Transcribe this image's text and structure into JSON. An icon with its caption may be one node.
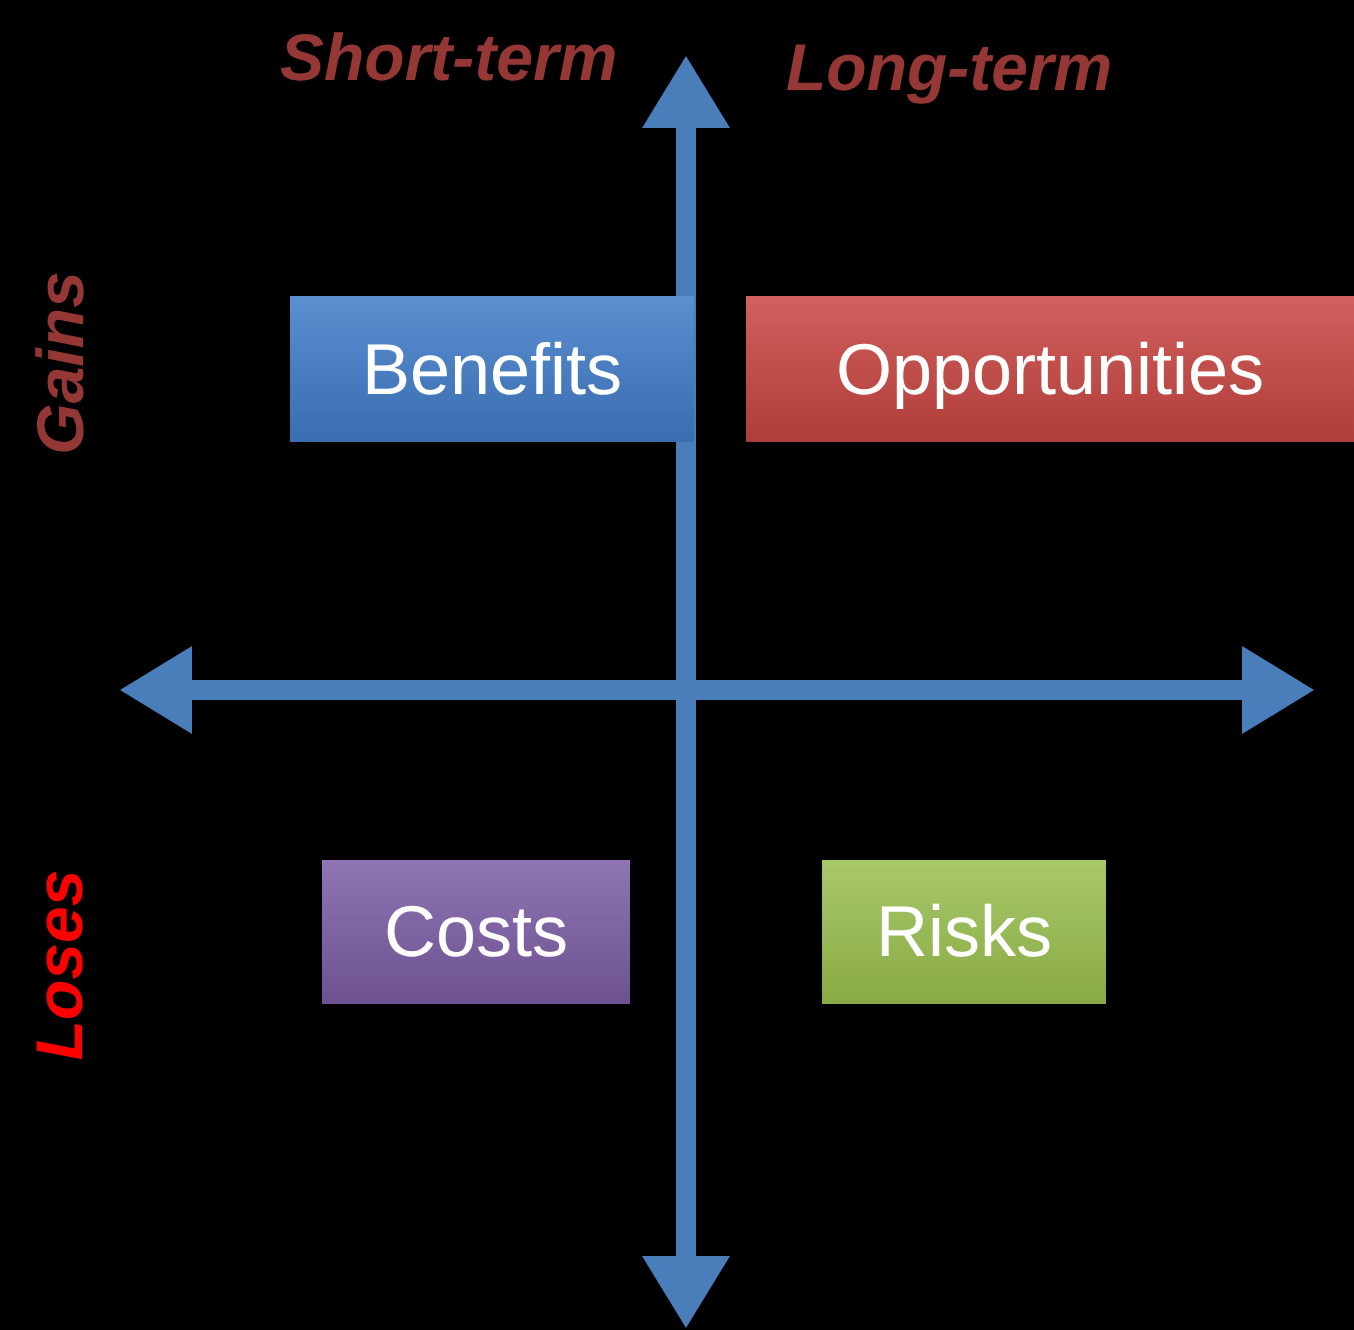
{
  "diagram": {
    "nodes": [
      {
        "text": [
          "Benefits"
        ]
      },
      {
        "text": [
          "Opportunities"
        ]
      },
      {
        "text": [
          "Costs"
        ]
      },
      {
        "text": [
          "Risks"
        ]
      }
    ],
    "labels": [
      "Short-term",
      "Long-term",
      "Gains",
      "Loses"
    ]
  }
}
